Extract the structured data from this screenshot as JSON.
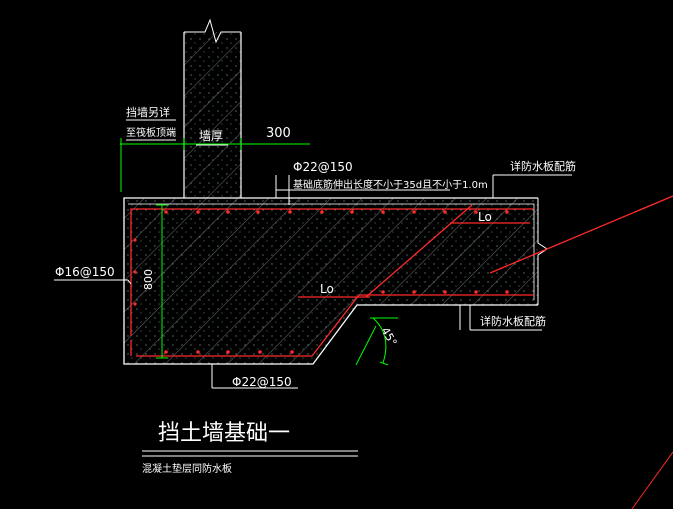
{
  "labels": {
    "wall_ref": "挡墙另详",
    "top_to_slab": "至筏板顶端",
    "wall_thickness": "墙厚",
    "dim_300": "300",
    "top_rebar": "Φ22@150",
    "anchor_note": "基础底筋伸出长度不小于35d且不小于1.0m",
    "waterproof_top": "详防水板配筋",
    "waterproof_bottom": "详防水板配筋",
    "lo_upper": "Lo",
    "lo_lower": "Lo",
    "side_rebar": "Φ16@150",
    "height_dim": "800",
    "angle": "45°",
    "bottom_rebar": "Φ22@150",
    "title": "挡土墙基础一",
    "subtitle": "混凝土垫层同防水板"
  },
  "colors": {
    "background": "#000000",
    "outline": "#ffffff",
    "rebar": "#ff2a2a",
    "dimension": "#00ff00",
    "hatch": "#7a7a7a"
  }
}
